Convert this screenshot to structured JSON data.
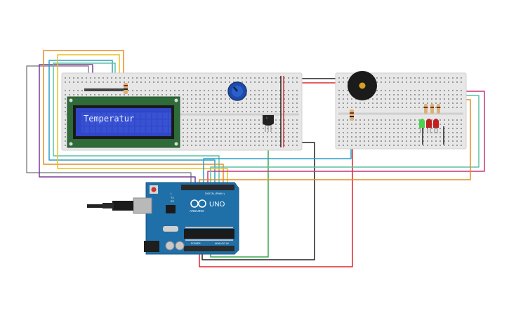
{
  "lcd": {
    "text": "Temperatur"
  },
  "arduino": {
    "logo_text": "UNO",
    "brand_text": "ARDUINO",
    "digital_label": "DIGITAL (PWM~)",
    "analog_label": "ANALOG IN",
    "power_label": "POWER",
    "tx_label": "TX",
    "rx_label": "RX",
    "l_label": "L"
  },
  "colors": {
    "breadboard": "#e8e8e8",
    "board_blue": "#1f6fa8",
    "lcd_bezel": "#2e6b39",
    "lcd_screen": "#2f47c8",
    "wire_red": "#e0262a",
    "wire_black": "#222222",
    "wire_green": "#3aa84a",
    "wire_orange": "#e98b1d",
    "wire_yellow": "#e7c21c",
    "wire_purple": "#7c3c99",
    "wire_gray": "#888888",
    "wire_teal": "#2a9fc7",
    "wire_magenta": "#c9357d",
    "wire_mint": "#5cc2a3"
  },
  "icons": {
    "potentiometer": "potentiometer-icon",
    "buzzer": "piezo-buzzer-icon",
    "sensor": "temperature-sensor-icon",
    "usb": "usb-plug-icon"
  }
}
